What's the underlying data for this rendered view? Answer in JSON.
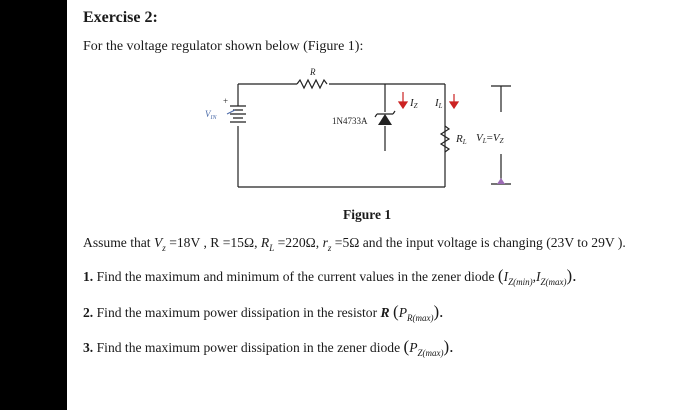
{
  "title": "Exercise 2:",
  "intro": "For the voltage regulator shown below (Figure 1):",
  "circuit": {
    "resistor_label": "R",
    "source_label": "V",
    "source_sub": "IN",
    "zener_label": "1N4733A",
    "iz_label": "I",
    "iz_sub": "Z",
    "il_label": "I",
    "il_sub": "L",
    "rl_label": "R",
    "rl_sub": "L",
    "vl_label": "V",
    "vl_sub": "L",
    "vz_label": "V",
    "vz_sub": "Z",
    "eq": "="
  },
  "figure_label": "Figure 1",
  "assumption": {
    "prefix": "Assume that ",
    "vz": "V",
    "vz_sub": "z",
    "vz_val": " =18V , ",
    "r_val": "R =15Ω, ",
    "rl": "R",
    "rl_sub": "L",
    "rl_val": " =220Ω, ",
    "rz": "r",
    "rz_sub": "z",
    "rz_val": " =5Ω and the input voltage is changing ",
    "range": "(23V  to  29V )."
  },
  "q1": {
    "number": "1.",
    "text": " Find the maximum and minimum of the current values in the zener diode ",
    "open": "(",
    "iz1": "I",
    "iz1_sub": "Z(min)",
    "comma": ",",
    "iz2": "I",
    "iz2_sub": "Z(max)",
    "close": ")."
  },
  "q2": {
    "number": "2.",
    "text": " Find the maximum power dissipation in the resistor ",
    "r": "R",
    "open": "(",
    "p": "P",
    "p_sub": "R(max)",
    "close": ")."
  },
  "q3": {
    "number": "3.",
    "text": " Find the maximum power dissipation in the zener diode ",
    "open": "(",
    "p": "P",
    "p_sub": "Z(max)",
    "close": ")."
  }
}
